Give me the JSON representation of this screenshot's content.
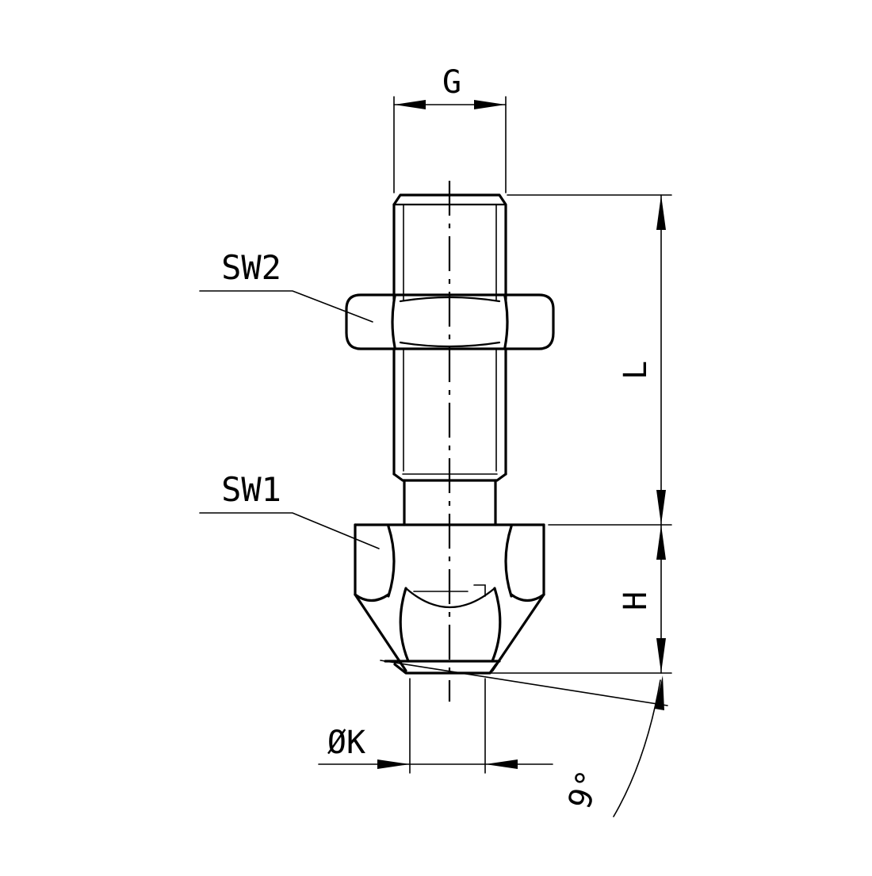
{
  "labels": {
    "g": "G",
    "l": "L",
    "h": "H",
    "sw1": "SW1",
    "sw2": "SW2",
    "k": "ØK",
    "angle": "9°"
  }
}
